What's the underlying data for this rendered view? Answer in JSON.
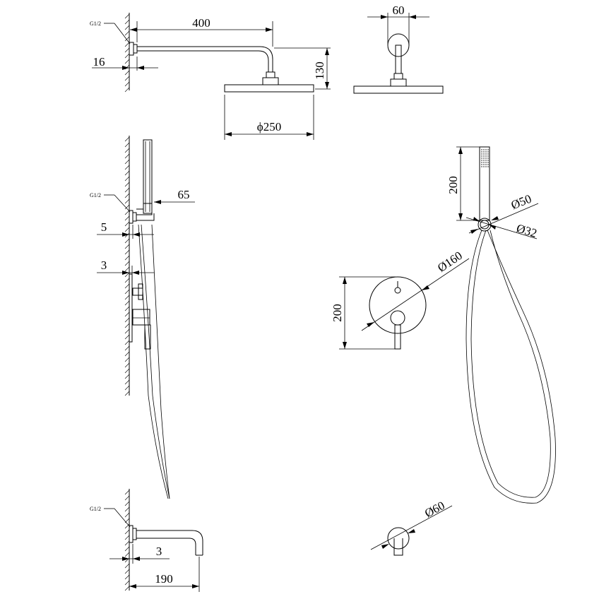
{
  "dimensions": {
    "arm_length": "400",
    "wall_gap_top": "16",
    "arm_drop": "130",
    "head_diameter": "ϕ250",
    "side_offset": "60",
    "holder_depth": "65",
    "holder_gap": "5",
    "valve_gap": "3",
    "handshower_length": "200",
    "hose_outlet_outer": "Ø50",
    "hose_outlet_inner": "Ø32",
    "valve_plate_diameter": "Ø160",
    "valve_height": "200",
    "spout_gap": "3",
    "spout_length": "190",
    "spout_flange": "Ø60"
  },
  "thread_labels": {
    "top": "G1/2",
    "middle": "G1/2",
    "bottom": "G1/2"
  }
}
